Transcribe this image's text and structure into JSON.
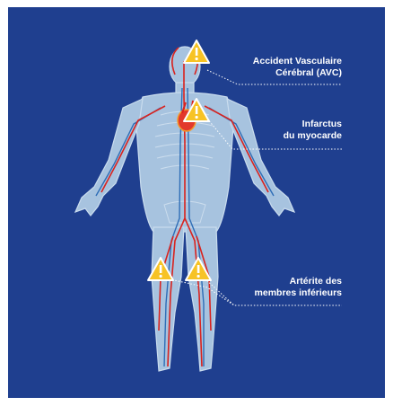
{
  "labels": {
    "avc": [
      "Accident Vasculaire",
      "Cérébral (AVC)"
    ],
    "infarctus": [
      "Infarctus",
      "du myocarde"
    ],
    "arterite": [
      "Artérite des",
      "membres inférieurs"
    ]
  },
  "icons": [
    "warning-icon-head",
    "warning-icon-heart",
    "warning-icon-right-knee",
    "warning-icon-left-knee"
  ],
  "colors": {
    "background": "#1f3f8f",
    "warning": "#f7c325",
    "artery": "#d9231f",
    "vein": "#2b6fb5",
    "body": "#a9c5e0"
  }
}
